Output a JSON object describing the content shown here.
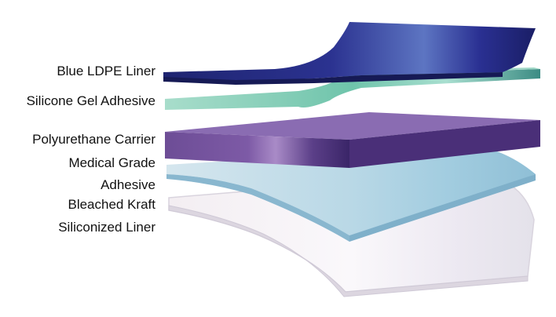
{
  "layers": [
    {
      "label": "Blue LDPE Liner",
      "color": "#2a2f86"
    },
    {
      "label": "Silicone Gel Adhesive",
      "color": "#7ecdb6"
    },
    {
      "label": "Polyurethane Carrier",
      "color": "#5a3a85"
    },
    {
      "label_line1": "Medical Grade",
      "label_line2": "Adhesive",
      "color": "#a9cfe0"
    },
    {
      "label_line1": "Bleached Kraft",
      "label_line2": "Siliconized Liner",
      "color": "#f1eef4"
    }
  ]
}
